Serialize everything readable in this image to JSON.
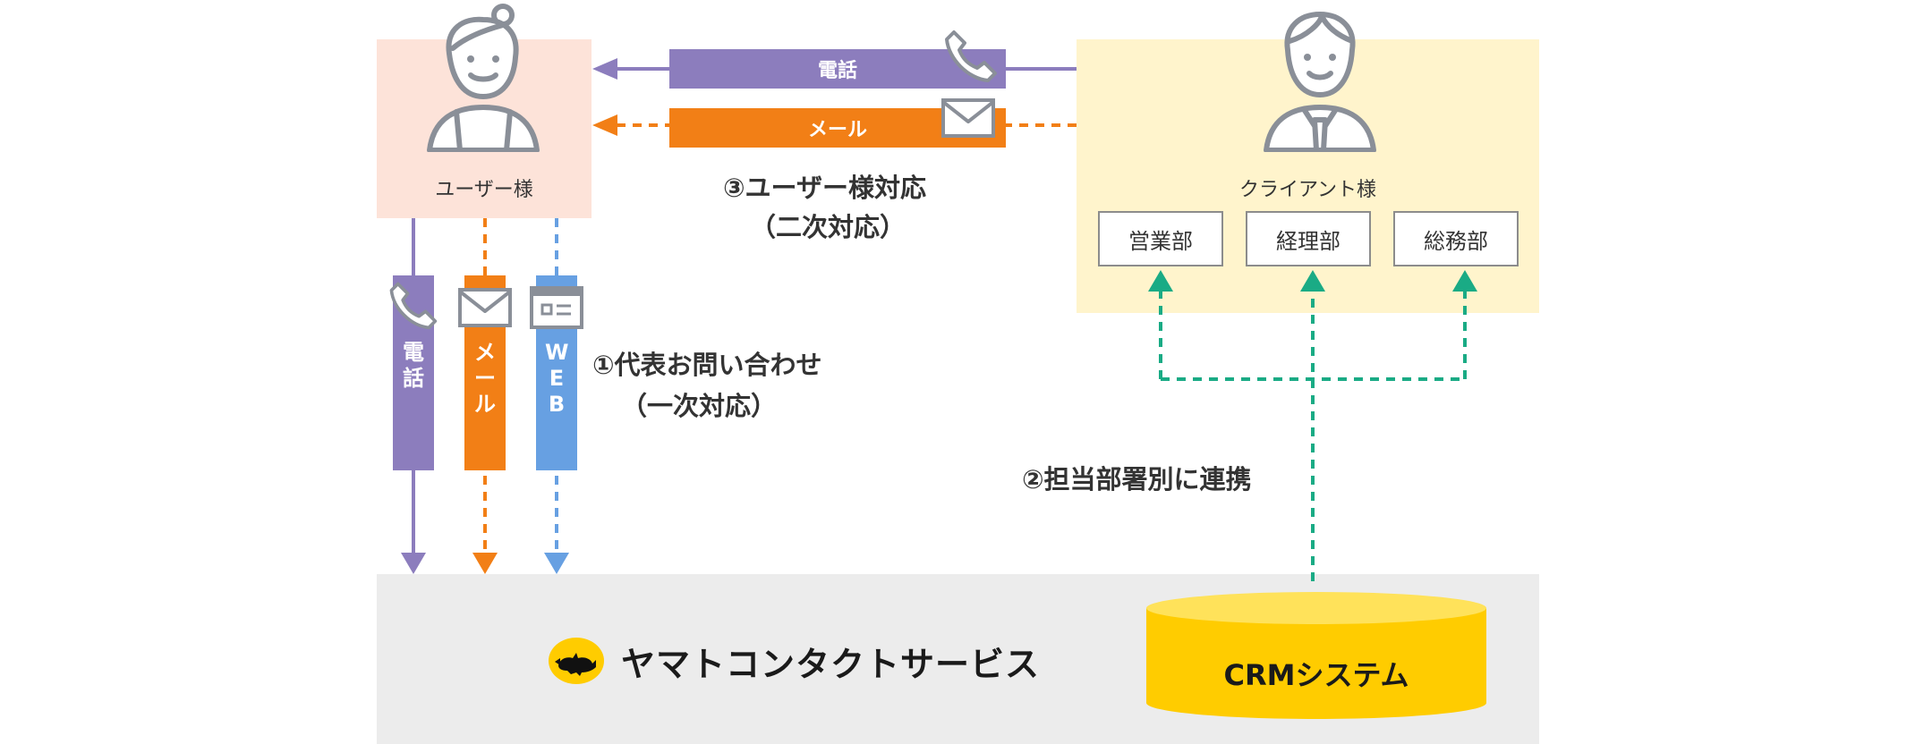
{
  "user": {
    "label": "ユーザー様"
  },
  "client": {
    "label": "クライアント様",
    "departments": [
      "営業部",
      "経理部",
      "総務部"
    ]
  },
  "top_channels": {
    "phone": "電話",
    "mail": "メール"
  },
  "step3": {
    "line1": "③ユーザー様対応",
    "line2": "（二次対応）"
  },
  "inbound_channels": {
    "phone": "電話",
    "mail": "メール",
    "web": "WEB"
  },
  "step1": {
    "line1": "①代表お問い合わせ",
    "line2": "（一次対応）"
  },
  "step2": {
    "label": "②担当部署別に連携"
  },
  "brand": {
    "name": "ヤマトコンタクトサービス"
  },
  "crm": {
    "label": "CRMシステム"
  },
  "colors": {
    "purple": "#8c7dbd",
    "orange": "#f27f16",
    "blue": "#67a0e2",
    "green": "#1aab85",
    "crm_yellow": "#ffcc00",
    "crm_rim": "#ffe25a",
    "user_bg": "#fde3d9",
    "client_bg": "#fff4cc",
    "band_bg": "#ececec"
  }
}
